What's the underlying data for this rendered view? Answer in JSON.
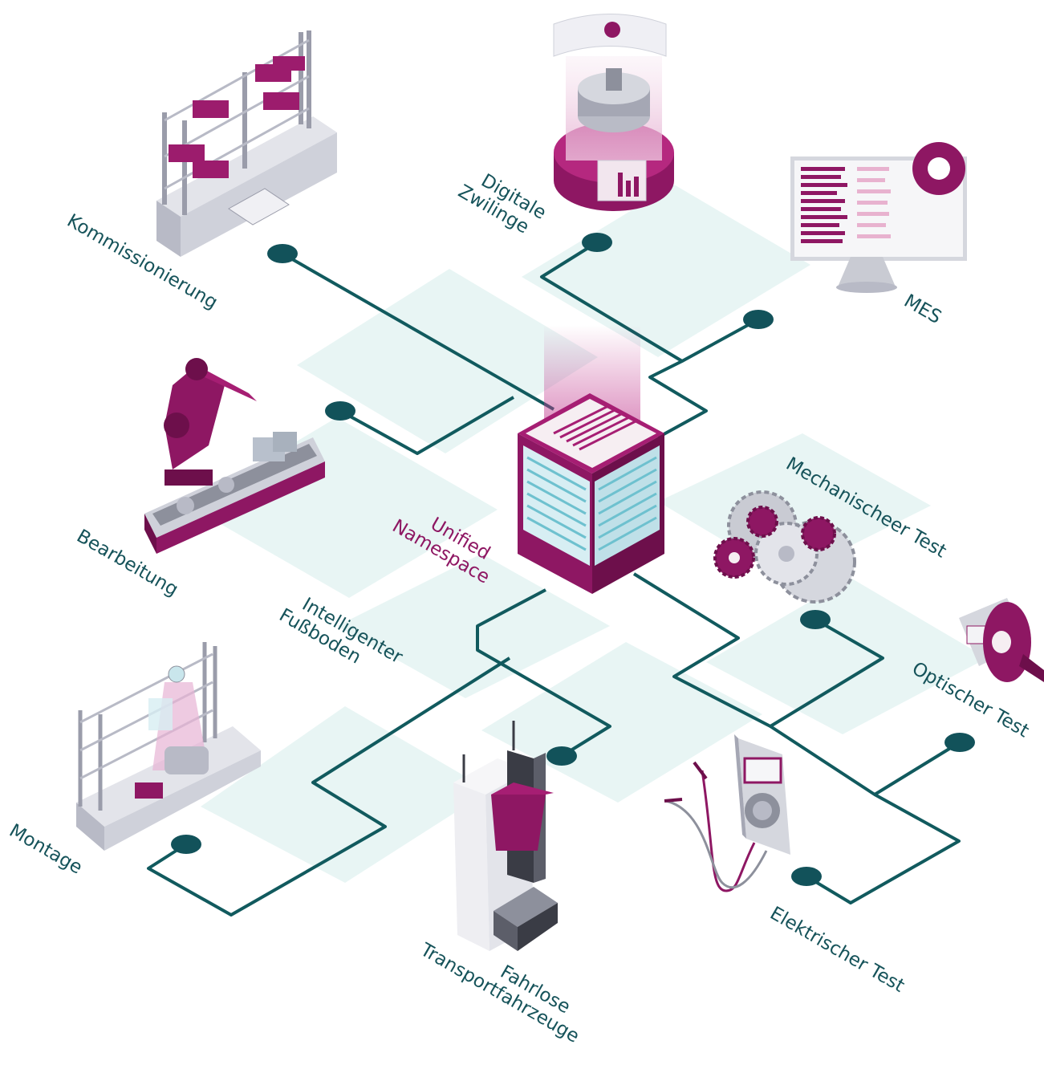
{
  "colors": {
    "line": "#115a5e",
    "node": "#12525a",
    "magenta": "#8e1763",
    "magenta_light": "#c23b8f",
    "panel": "#e4f3f2",
    "grey": "#c9cbd3",
    "grey_dark": "#8d909c",
    "label_teal": "#16535a"
  },
  "hub": {
    "line1": "Unified",
    "line2": "Namespace"
  },
  "nodes": {
    "kommissionierung": "Kommissionierung",
    "digitale_1": "Digitale",
    "digitale_2": "Zwilinge",
    "mes": "MES",
    "bearbeitung": "Bearbeitung",
    "mechanisch": "Mechanischeer Test",
    "intelligent_1": "Intelligenter",
    "intelligent_2": "Fußboden",
    "optisch": "Optischer Test",
    "montage": "Montage",
    "elektrisch": "Elektrischer Test",
    "fts_1": "Fahrlose",
    "fts_2": "Transportfahrzeuge"
  },
  "icons": [
    "shelf-picking-icon",
    "digital-twin-icon",
    "mes-monitor-icon",
    "robot-arm-icon",
    "gears-icon",
    "optical-sensor-icon",
    "assembly-station-icon",
    "multimeter-icon",
    "agv-icon",
    "server-hub-icon"
  ]
}
